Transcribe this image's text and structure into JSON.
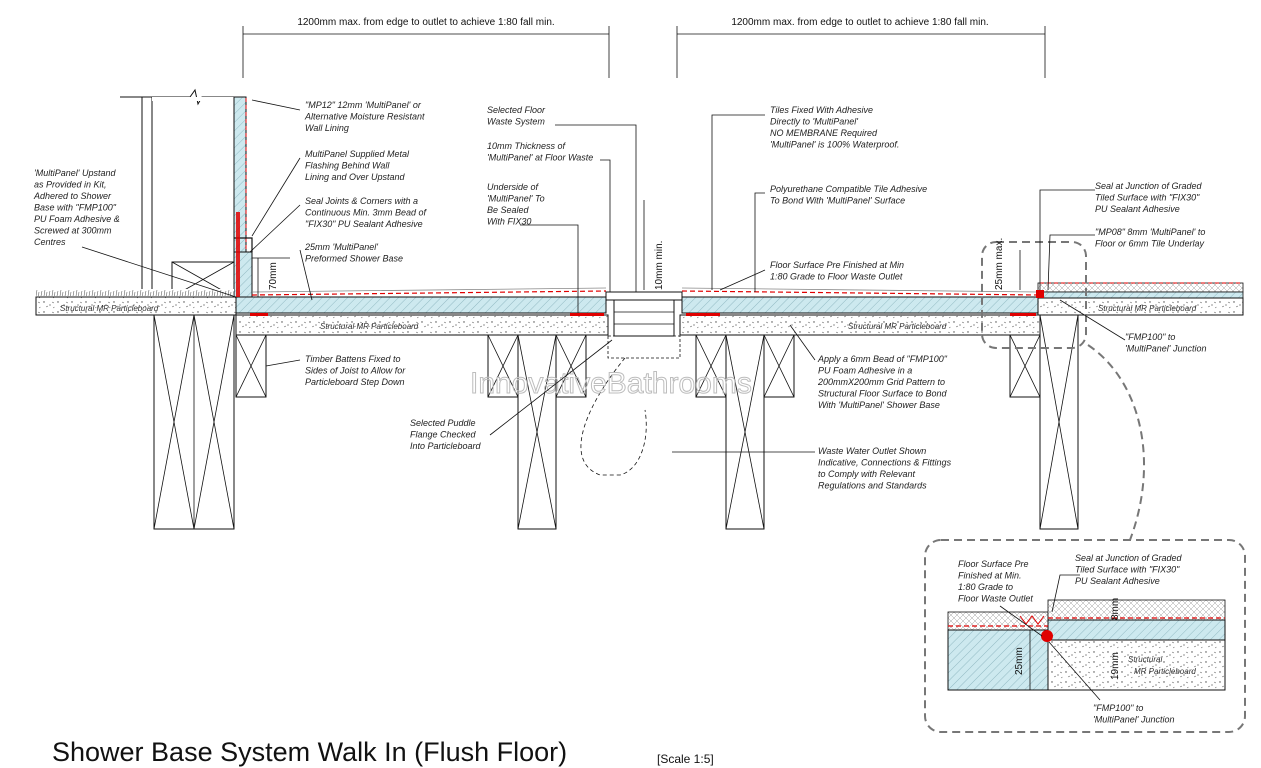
{
  "title": "Shower Base System Walk In (Flush Floor)",
  "scale": "[Scale 1:5]",
  "watermark": "InnovativeBathrooms",
  "dimensions": {
    "fall_left": "1200mm max. from edge to outlet to achieve 1:80 fall min.",
    "fall_right": "1200mm max. from edge to outlet to achieve 1:80 fall min.",
    "upstand_height": "70mm",
    "waste_depth": "10mm min.",
    "edge_max": "25mm max.",
    "detail_thickness": "25mm",
    "detail_tile": "8mm",
    "detail_board": "19mm"
  },
  "labels": {
    "structural_left": "Structural MR Particleboard",
    "structural_mid_left": "Structural MR Particleboard",
    "structural_mid_right": "Structural MR Particleboard",
    "structural_right": "Structural MR Particleboard",
    "detail_structural_1": "Structural",
    "detail_structural_2": "MR Particleboard"
  },
  "notes": {
    "upstand": [
      "'MultiPanel' Upstand",
      "as Provided in Kit,",
      "Adhered to Shower",
      "Base with \"FMP100\"",
      "PU Foam Adhesive &",
      "Screwed at 300mm",
      "Centres"
    ],
    "mp12": [
      "\"MP12\" 12mm 'MultiPanel' or",
      "Alternative Moisture Resistant",
      "Wall Lining"
    ],
    "flashing": [
      "MultiPanel Supplied Metal",
      "Flashing Behind Wall",
      "Lining and Over Upstand"
    ],
    "seal_joints": [
      "Seal Joints & Corners with a",
      "Continuous Min. 3mm Bead of",
      "\"FIX30\" PU Sealant Adhesive"
    ],
    "base": [
      "25mm 'MultiPanel'",
      "Preformed Shower Base"
    ],
    "floor_waste": [
      "Selected Floor",
      "Waste System"
    ],
    "thickness": [
      "10mm Thickness of",
      "'MultiPanel' at Floor Waste"
    ],
    "underside": [
      "Underside of",
      "'MultiPanel' To",
      "Be Sealed",
      "With FIX30"
    ],
    "tiles": [
      "Tiles Fixed With Adhesive",
      "Directly to 'MultiPanel'",
      "NO MEMBRANE Required",
      "'MultiPanel' is 100% Waterproof."
    ],
    "pu_adhesive": [
      "Polyurethane Compatible Tile Adhesive",
      "To Bond With 'MultiPanel' Surface"
    ],
    "floor_surface": [
      "Floor Surface Pre Finished at Min",
      "1:80 Grade to Floor Waste Outlet"
    ],
    "seal_graded": [
      "Seal at Junction of Graded",
      "Tiled Surface with \"FIX30\"",
      "PU Sealant Adhesive"
    ],
    "mp08": [
      "\"MP08\" 8mm 'MultiPanel' to",
      "Floor or 6mm Tile Underlay"
    ],
    "fmp_junction": [
      "\"FMP100\" to",
      "'MultiPanel' Junction"
    ],
    "battens": [
      "Timber Battens Fixed to",
      "Sides of Joist to Allow for",
      "Particleboard Step Down"
    ],
    "bead": [
      "Apply a 6mm Bead of \"FMP100\"",
      "PU Foam Adhesive in a",
      "200mmX200mm Grid Pattern to",
      "Structural Floor Surface to Bond",
      "With 'MultiPanel' Shower Base"
    ],
    "puddle": [
      "Selected Puddle",
      "Flange Checked",
      "Into Particleboard"
    ],
    "outlet": [
      "Waste Water Outlet Shown",
      "Indicative, Connections & Fittings",
      "to Comply with Relevant",
      "Regulations and Standards"
    ],
    "detail_floor": [
      "Floor Surface Pre",
      "Finished at Min.",
      "1:80 Grade to",
      "Floor Waste Outlet"
    ],
    "detail_seal": [
      "Seal at Junction of Graded",
      "Tiled Surface with \"FIX30\"",
      "PU Sealant Adhesive"
    ],
    "detail_fmp": [
      "\"FMP100\" to",
      "'MultiPanel' Junction"
    ]
  },
  "colors": {
    "multipanel_fill": "#cde9ef",
    "sealant_red": "#e00000",
    "line": "#111111"
  }
}
